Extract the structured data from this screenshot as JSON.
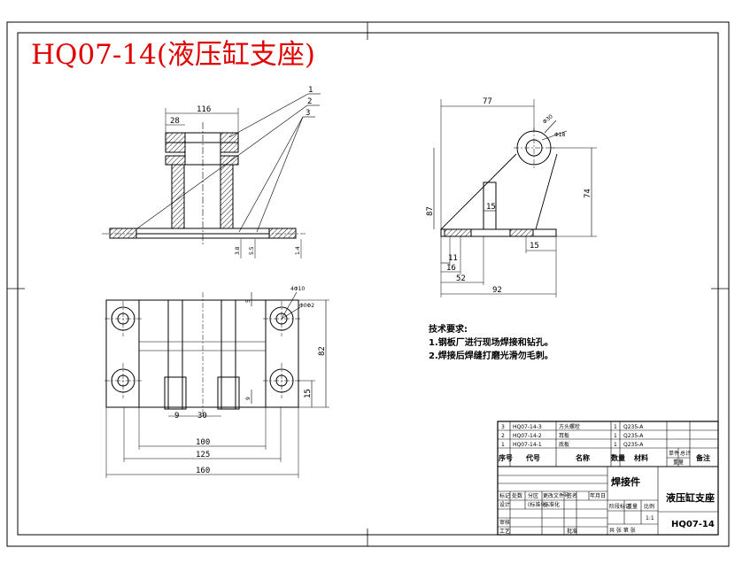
{
  "title": "HQ07-14(液压缸支座)",
  "colors": {
    "title": "#e00000",
    "line": "#000000",
    "hatch": "#000000",
    "center": "#000000",
    "background": "#ffffff"
  },
  "front_view": {
    "balloons": [
      "1",
      "2",
      "3"
    ],
    "dims": {
      "width_top": "116",
      "boss": "28",
      "h1": "3.8",
      "h2": "5.5",
      "h3": "1.4"
    }
  },
  "side_view": {
    "dims": {
      "top_len": "77",
      "hole_outer": "Φ30",
      "hole_inner": "Φ18",
      "height_total": "87",
      "height_center": "74",
      "wall": "15",
      "foot_left": "11",
      "foot_r": "15",
      "d1": "16",
      "d2": "52",
      "d3": "92"
    }
  },
  "top_view": {
    "dims": {
      "hole_a": "4Φ10",
      "hole_b": "Φ0Φ2",
      "offset": "5",
      "depth": "82",
      "edge": "15",
      "dy": "9",
      "slot": "9",
      "gap": "30",
      "w1": "100",
      "w2": "125",
      "w3": "160"
    }
  },
  "notes": {
    "heading": "技术要求:",
    "lines": [
      "1.钢板厂进行现场焊接和钻孔。",
      "2.焊接后焊缝打磨光滑勿毛刺。"
    ]
  },
  "title_block": {
    "parts_rows": [
      {
        "no": "3",
        "code": "HQ07-14-3",
        "name": "方头螺栓",
        "qty": "1",
        "mat": "Q235-A"
      },
      {
        "no": "2",
        "code": "HQ07-14-2",
        "name": "耳板",
        "qty": "1",
        "mat": "Q235-A"
      },
      {
        "no": "1",
        "code": "HQ07-14-1",
        "name": "底板",
        "qty": "1",
        "mat": "Q235-A"
      }
    ],
    "header": {
      "no": "序号",
      "code": "代号",
      "name": "名称",
      "qty": "数量",
      "mat": "材料",
      "unit": "单件",
      "total": "总计",
      "weight": "重量",
      "remark": "备注"
    },
    "weldment": "焊接件",
    "part_name": "液压缸支座",
    "drawing_no": "HQ07-14",
    "scale": "1:1",
    "labels": {
      "mark": "标记",
      "count": "处数",
      "zone": "分区",
      "change_doc": "更改文件号",
      "sign": "签名",
      "date": "年月日",
      "design": "设计",
      "standard": "标准化",
      "stage": "阶段标记",
      "weight": "重量",
      "ratio": "比例",
      "review": "审核",
      "craft": "工艺",
      "approve": "批准",
      "sheets": "共 张 第 张",
      "std_check": "(标准化)"
    }
  }
}
